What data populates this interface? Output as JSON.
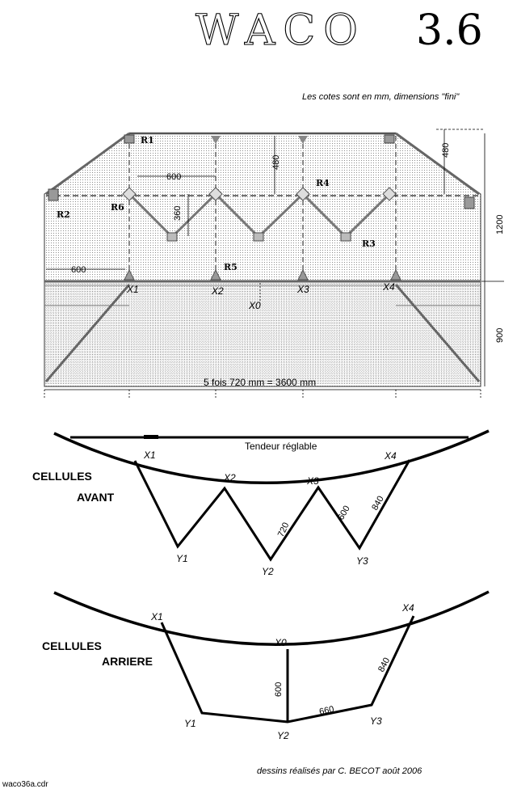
{
  "header": {
    "title_text": "WACO",
    "title_version": "3.6",
    "note": "Les cotes sont en mm, dimensions \"fini\""
  },
  "plan": {
    "refs": {
      "r1": "R1",
      "r2": "R2",
      "r3": "R3",
      "r4": "R4",
      "r5": "R5",
      "r6": "R6"
    },
    "points": {
      "x1": "X1",
      "x2": "X2",
      "x3": "X3",
      "x4": "X4",
      "x0": "X0"
    },
    "dims": {
      "d600_top": "600",
      "d480_center": "480",
      "d480_right": "480",
      "d360": "360",
      "d600_left": "600",
      "d1200": "1200",
      "d900": "900",
      "span": "5 fois 720 mm  =  3600 mm"
    }
  },
  "avant": {
    "heading1": "CELLULES",
    "heading2": "AVANT",
    "tensioner": "Tendeur réglable",
    "labels": {
      "x1": "X1",
      "x2": "X2",
      "x3": "X3",
      "x4": "X4",
      "y1": "Y1",
      "y2": "Y2",
      "y3": "Y3"
    },
    "dims": {
      "d720": "720",
      "d600": "600",
      "d840": "840"
    }
  },
  "arriere": {
    "heading1": "CELLULES",
    "heading2": "ARRIERE",
    "labels": {
      "x1": "X1",
      "x0": "X0",
      "x4": "X4",
      "y1": "Y1",
      "y2": "Y2",
      "y3": "Y3"
    },
    "dims": {
      "d600": "600",
      "d660": "660",
      "d840": "840"
    }
  },
  "footer": {
    "credit": "dessins réalisés par C. BECOT    août  2006",
    "filename": "waco36a.cdr"
  }
}
